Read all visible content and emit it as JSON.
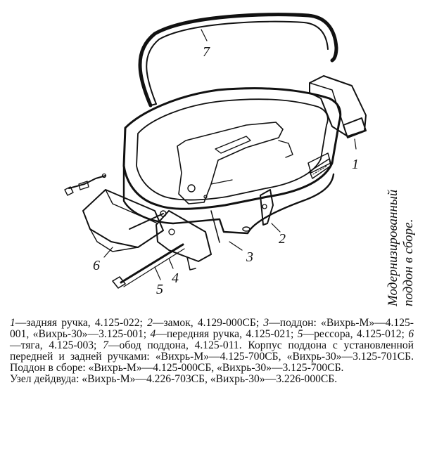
{
  "figure": {
    "callouts": [
      "1",
      "2",
      "3",
      "4",
      "5",
      "6",
      "7"
    ]
  },
  "side_caption": {
    "line1": "Модернизированный",
    "line2": "поддон в сборе."
  },
  "legend": {
    "items": [
      {
        "num": "1",
        "text": "—задняя ручка, 4.125-022; "
      },
      {
        "num": "2",
        "text": "—замок, 4.129-000СБ; "
      },
      {
        "num": "3",
        "text": "—поддон: «Вихрь-М»—4.125-001, «Вихрь-30»—3.125-001; "
      },
      {
        "num": "4",
        "text": "—передняя ручка, 4.125-021; "
      },
      {
        "num": "5",
        "text": "—рессора, 4.125-012; "
      },
      {
        "num": "6",
        "text": "—тяга, 4.125-003; "
      },
      {
        "num": "7",
        "text": "—обод поддона, 4.125-011. "
      }
    ],
    "tail": "Корпус поддона с установленной передней и задней ручками: «Вихрь-М»—4.125-700СБ, «Вихрь-30»—3.125-701СБ. Поддон в сборе: «Вихрь-М»—4.125-000СБ, «Вихрь-30»—3.125-700СБ.",
    "assembly": "Узел дейдвуда: «Вихрь-М»—4.226-703СБ, «Вихрь-30»—3.226-000СБ."
  }
}
